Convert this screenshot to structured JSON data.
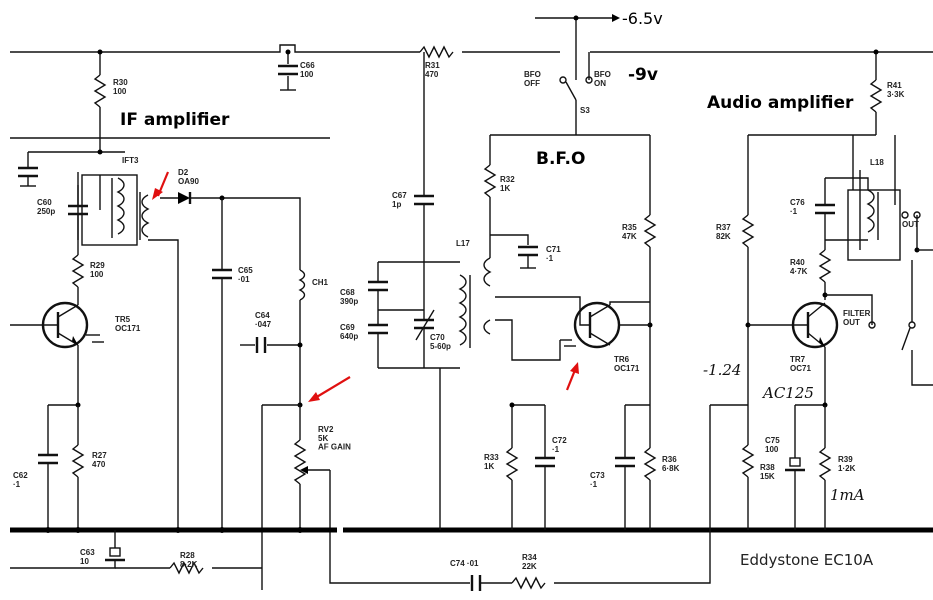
{
  "sections": {
    "if_amplifier": "IF amplifier",
    "bfo": "B.F.O",
    "audio_amplifier": "Audio amplifier"
  },
  "supply": {
    "minus_6_5v": "-6.5v",
    "minus_9v": "-9v"
  },
  "switch": {
    "bfo_off": "BFO\nOFF",
    "bfo_on": "BFO\nON",
    "s3": "S3"
  },
  "components": {
    "R30": "R30\n100",
    "C66": "C66\n100",
    "R31": "R31\n470",
    "R41": "R41\n3·3K",
    "IFT3": "IFT3",
    "D2": "D2\nOA90",
    "C60": "C60\n250p",
    "R29": "R29\n100",
    "TR5": "TR5\nOC171",
    "C65": "C65\n·01",
    "CH1": "CH1",
    "C64": "C64\n·047",
    "RV2": "RV2\n5K\nAF GAIN",
    "C62": "C62\n·1",
    "R27": "R27\n470",
    "C63": "C63\n10",
    "R28": "R28\n8·2K",
    "C67": "C67\n1p",
    "C68": "C68\n390p",
    "C69": "C69\n640p",
    "C70": "C70\n5-60p",
    "L17": "L17",
    "R32": "R32\n1K",
    "C71": "C71\n·1",
    "R35": "R35\n47K",
    "TR6": "TR6\nOC171",
    "R33": "R33\n1K",
    "C72": "C72\n·1",
    "C73": "C73\n·1",
    "R36": "R36\n6·8K",
    "C74": "C74 ·01",
    "R34": "R34\n22K",
    "R37": "R37\n82K",
    "C76": "C76\n·1",
    "L18": "L18",
    "R40": "R40\n4·7K",
    "TR7": "TR7\nOC71",
    "C75": "C75\n100",
    "R38": "R38\n15K",
    "R39": "R39\n1·2K",
    "filter_out": "FILTER\nOUT",
    "out": "OUT"
  },
  "annotations": {
    "voltage": "-1.24",
    "replacement": "AC125",
    "current": "1mA",
    "caption": "Eddystone EC10A"
  },
  "colors": {
    "marker": "#e01010",
    "ink": "#111111",
    "background": "#ffffff"
  }
}
